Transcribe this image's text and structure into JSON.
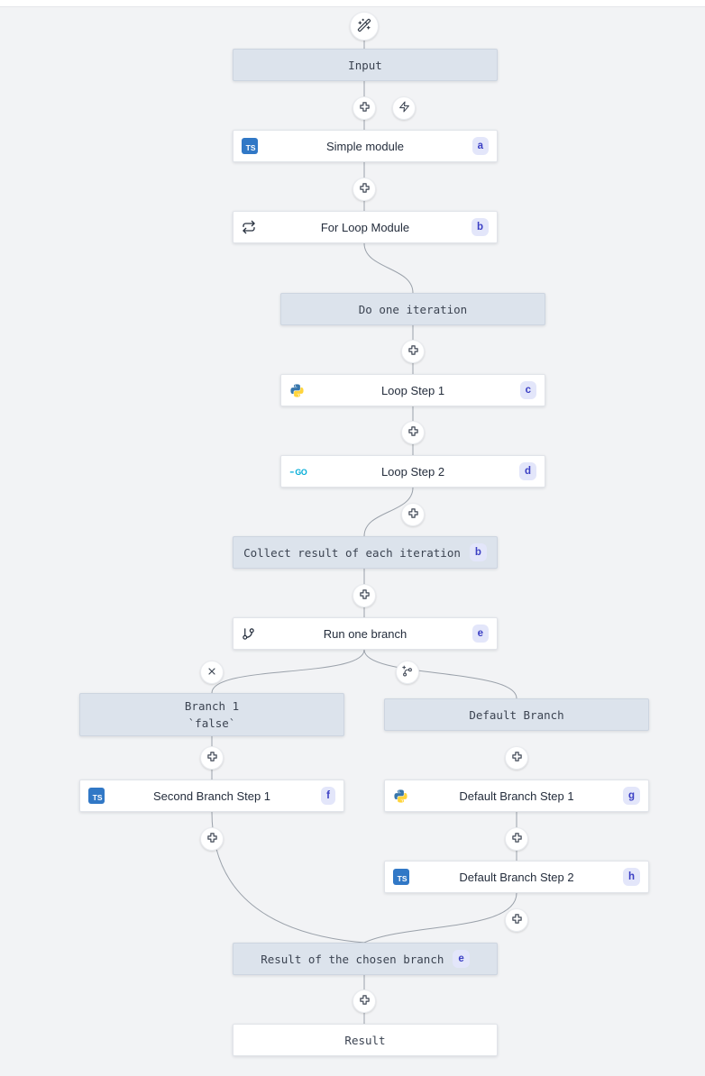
{
  "flow": {
    "nodes": {
      "input": {
        "label": "Input"
      },
      "simple_module": {
        "label": "Simple module",
        "badge": "a"
      },
      "for_loop": {
        "label": "For Loop Module",
        "badge": "b"
      },
      "do_one_iteration": {
        "label": "Do one iteration"
      },
      "loop_step_1": {
        "label": "Loop Step 1",
        "badge": "c"
      },
      "loop_step_2": {
        "label": "Loop Step 2",
        "badge": "d"
      },
      "collect_result": {
        "label": "Collect result of each iteration",
        "badge": "b"
      },
      "run_one_branch": {
        "label": "Run one branch",
        "badge": "e"
      },
      "branch_1": {
        "label": "Branch 1",
        "sublabel": "`false`"
      },
      "default_branch": {
        "label": "Default Branch"
      },
      "second_branch_step_1": {
        "label": "Second Branch Step 1",
        "badge": "f"
      },
      "default_branch_step_1": {
        "label": "Default Branch Step 1",
        "badge": "g"
      },
      "default_branch_step_2": {
        "label": "Default Branch Step 2",
        "badge": "h"
      },
      "result_of_chosen_branch": {
        "label": "Result of the chosen branch",
        "badge": "e"
      },
      "result": {
        "label": "Result"
      }
    },
    "icons": {
      "typescript_label": "TS",
      "go_label": "GO"
    },
    "colors": {
      "canvas_bg": "#f2f3f5",
      "node_virtual_bg": "#dce3ec",
      "node_step_bg": "#ffffff",
      "badge_bg": "#e3e6fa",
      "badge_text": "#3b3fc4",
      "edge": "#9aa1aa",
      "typescript_blue": "#3178c6",
      "python_blue": "#3776ab",
      "python_yellow": "#ffd43b",
      "go_cyan": "#00acd7"
    }
  }
}
